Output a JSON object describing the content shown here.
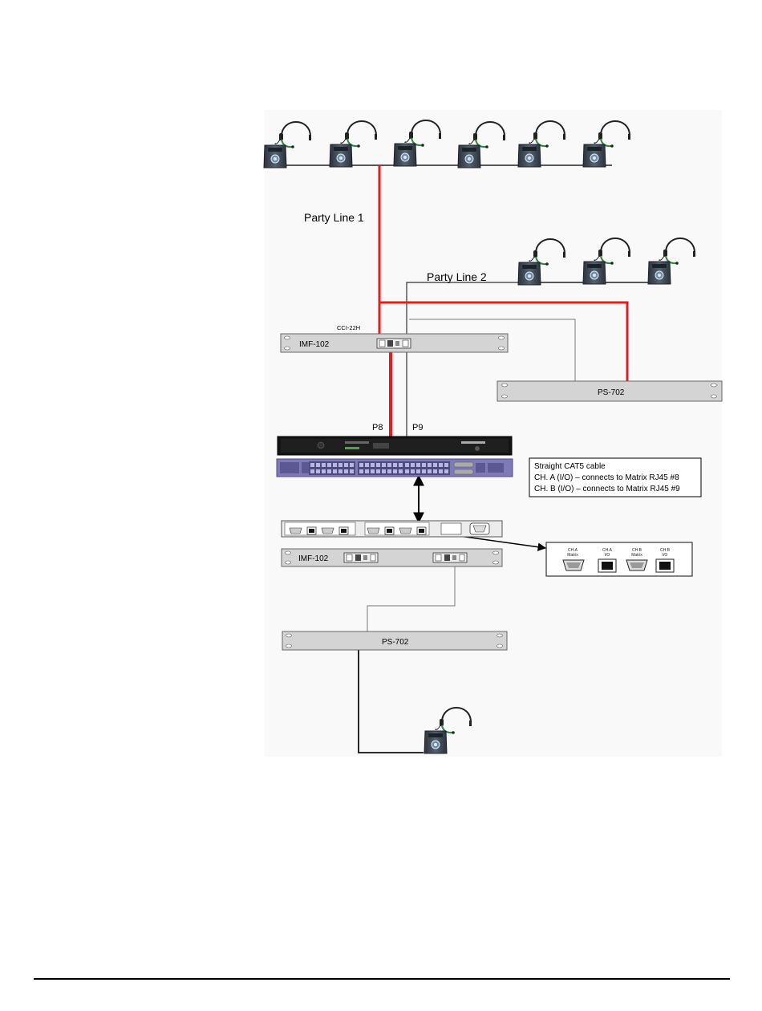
{
  "diagram": {
    "party_line_1": "Party Line 1",
    "party_line_2": "Party Line 2",
    "cci": "CCI-22H",
    "imf_top": "IMF-102",
    "imf_bottom": "IMF-102",
    "ps_top": "PS-702",
    "ps_bottom": "PS-702",
    "p8": "P8",
    "p9": "P9",
    "note": {
      "line1": "Straight CAT5 cable",
      "line2": "CH. A (I/O) – connects to Matrix RJ45 #8",
      "line3": "CH. B (I/O) – connects to Matrix RJ45 #9"
    },
    "detail_ports": [
      {
        "line1": "CH.A",
        "line2": "Matrix"
      },
      {
        "line1": "CH.A",
        "line2": "I/O"
      },
      {
        "line1": "CH.B",
        "line2": "Matrix"
      },
      {
        "line1": "CH.B",
        "line2": "I/O"
      }
    ]
  },
  "colors": {
    "party_line_1": "#e02020",
    "party_line_2": "#333333",
    "beltpack": "#3a4552",
    "headset": "#222222",
    "headset_mic": "#2e8b3a",
    "rack_panel": "#d4d4d4",
    "matrix_front": "#141414",
    "matrix_rear": "#7e7ab8"
  },
  "icons": [
    "headset-icon",
    "beltpack-icon",
    "rj45-port-icon",
    "db9-connector-icon",
    "power-inlet-icon"
  ]
}
